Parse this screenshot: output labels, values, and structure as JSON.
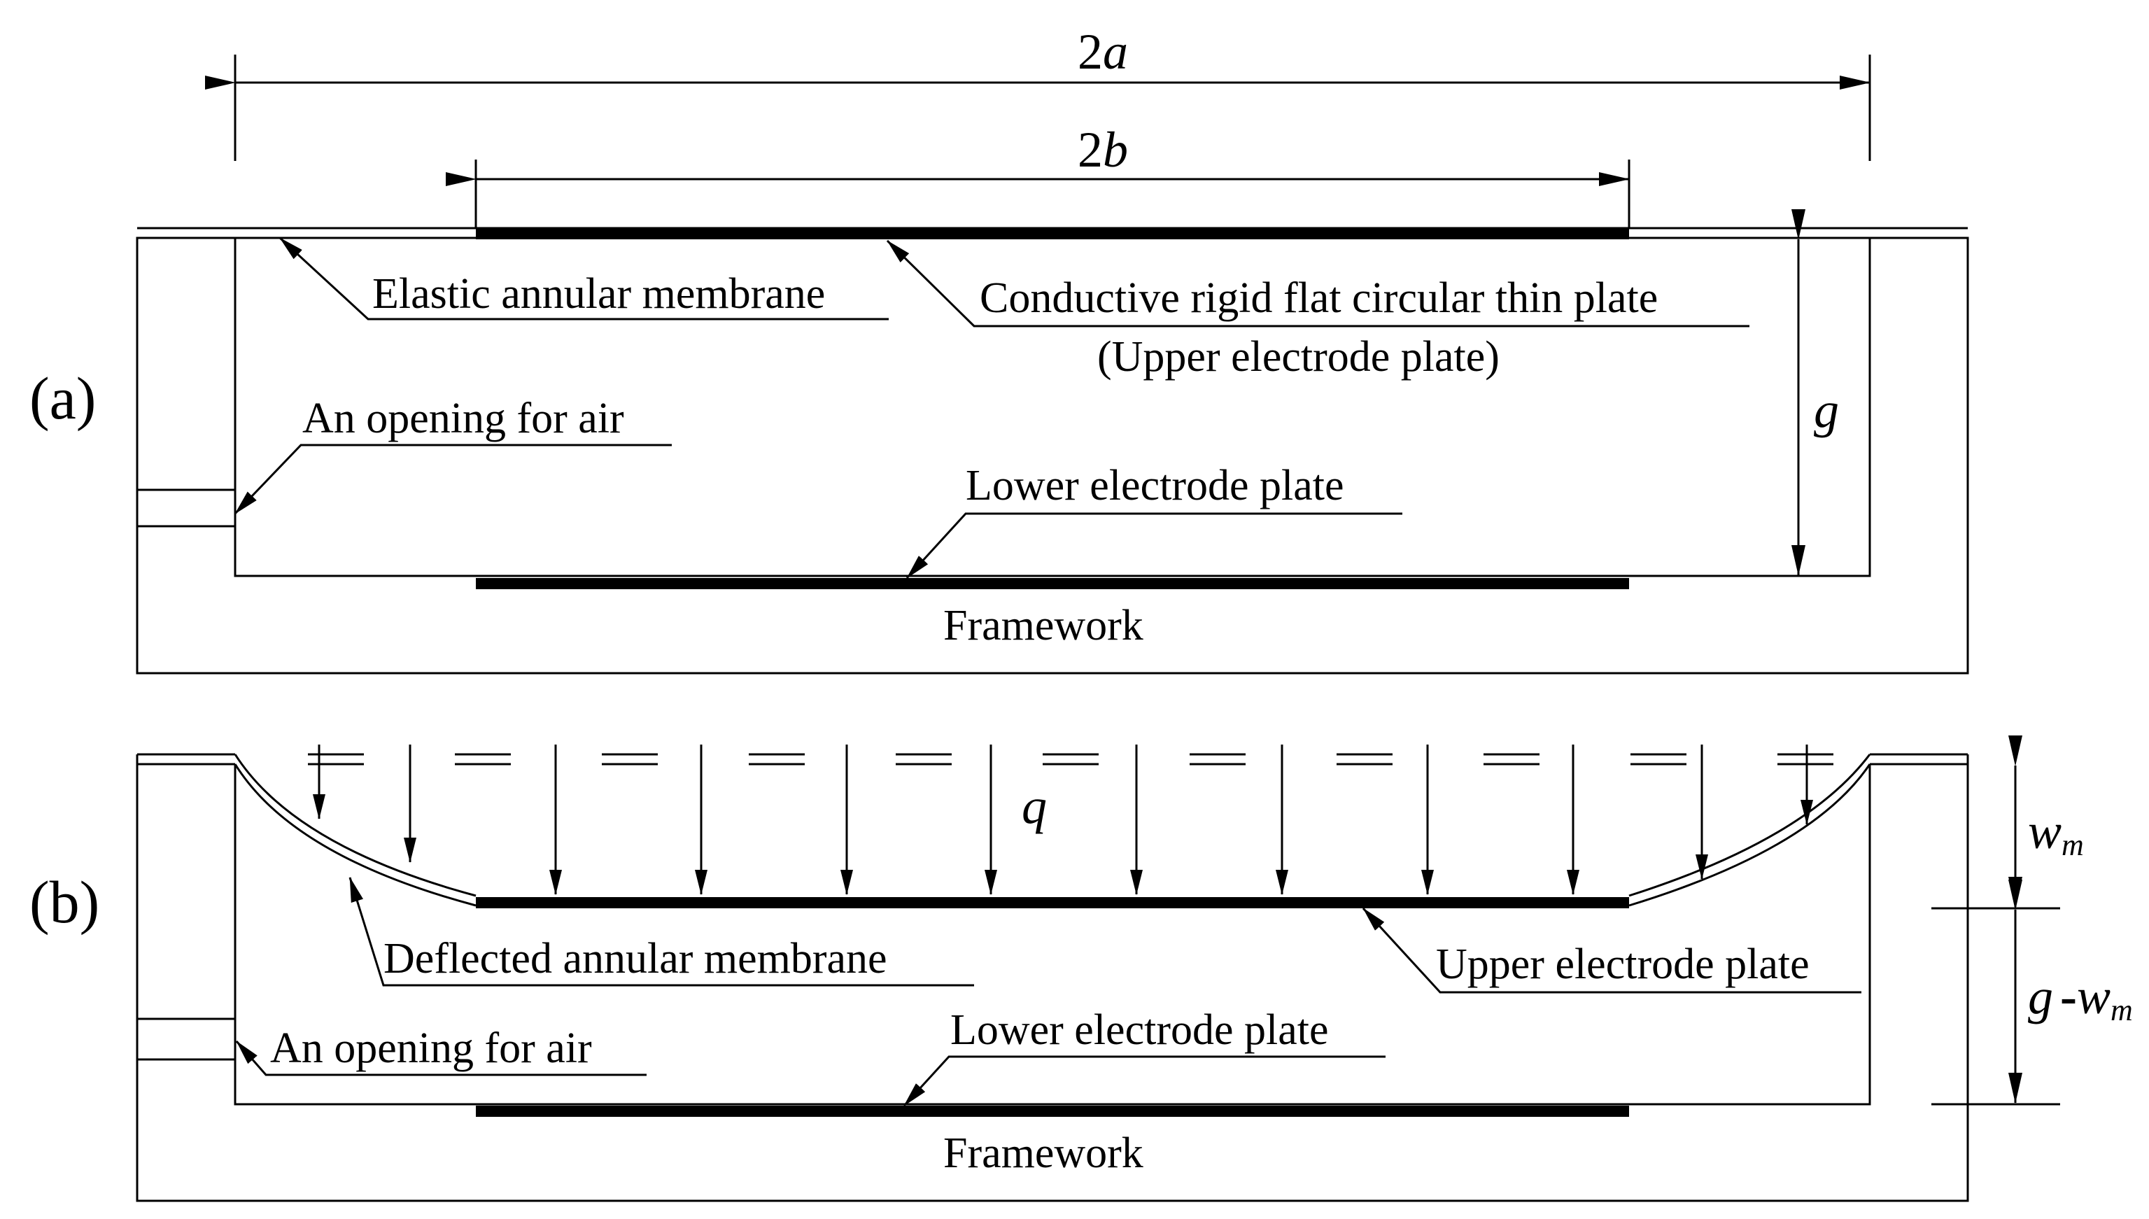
{
  "colors": {
    "line": "#000000",
    "background": "#ffffff"
  },
  "panel_a": {
    "tag": "(a)",
    "dim_2a": {
      "number": "2",
      "var": "a"
    },
    "dim_2b": {
      "number": "2",
      "var": "b"
    },
    "gap": "g",
    "membrane_label": "Elastic annular membrane",
    "plate_label_line1": "Conductive rigid flat circular thin plate",
    "plate_label_line2": "(Upper electrode plate)",
    "opening_label": "An opening for air",
    "lower_plate_label": "Lower electrode plate",
    "framework_label": "Framework"
  },
  "panel_b": {
    "tag": "(b)",
    "load": "q",
    "deflection_var": "w",
    "deflection_sub": "m",
    "remaining_gap_g": "g",
    "remaining_gap_minus": "-",
    "remaining_gap_w": "w",
    "remaining_gap_sub": "m",
    "membrane_label": "Deflected annular membrane",
    "upper_plate_label": "Upper electrode plate",
    "opening_label": "An opening for air",
    "lower_plate_label": "Lower electrode plate",
    "framework_label": "Framework"
  }
}
